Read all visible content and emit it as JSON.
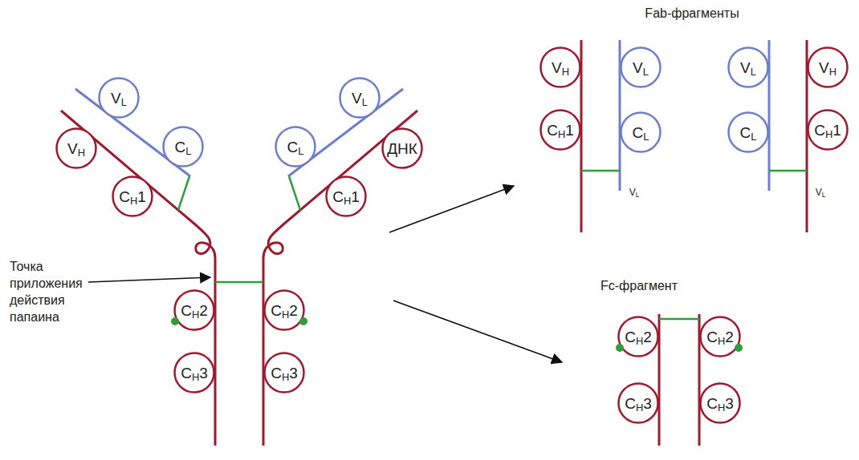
{
  "diagram": {
    "nodes": [
      {
        "text": [
          "VL"
        ]
      },
      {
        "text": [
          "VH"
        ]
      },
      {
        "text": [
          "CL"
        ]
      },
      {
        "text": [
          "CH1"
        ]
      },
      {
        "text": [
          "VL"
        ]
      },
      {
        "text": [
          "CL"
        ]
      },
      {
        "text": [
          "ДНК"
        ]
      },
      {
        "text": [
          "CH1"
        ]
      },
      {
        "text": [
          "CH2"
        ]
      },
      {
        "text": [
          "CH2"
        ]
      },
      {
        "text": [
          "CH3"
        ]
      },
      {
        "text": [
          "CH3"
        ]
      },
      {
        "text": [
          "VH"
        ]
      },
      {
        "text": [
          "VL"
        ]
      },
      {
        "text": [
          "CH1"
        ]
      },
      {
        "text": [
          "CL"
        ]
      },
      {
        "text": [
          "VL"
        ]
      },
      {
        "text": [
          "VH"
        ]
      },
      {
        "text": [
          "CL"
        ]
      },
      {
        "text": [
          "CH1"
        ]
      },
      {
        "text": [
          "CH2"
        ]
      },
      {
        "text": [
          "CH2"
        ]
      },
      {
        "text": [
          "CH3"
        ]
      },
      {
        "text": [
          "CH3"
        ]
      }
    ],
    "labels": [
      "Fab-фрагменты",
      "Точка приложения действия папаина",
      "VL",
      "VL",
      "Fc-фрагмент"
    ]
  }
}
